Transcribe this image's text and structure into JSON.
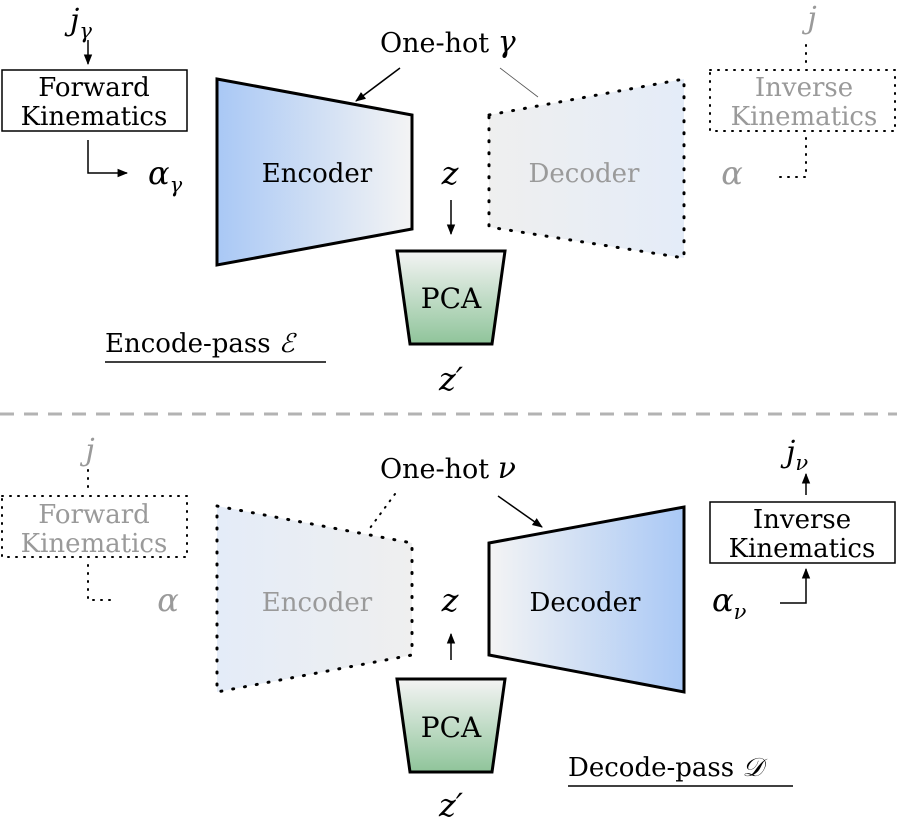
{
  "encode_pass": {
    "input_joint": "j",
    "input_joint_sub": "γ",
    "fk_box": {
      "line1": "Forward",
      "line2": "Kinematics"
    },
    "alpha": "α",
    "alpha_sub": "γ",
    "encoder_label": "Encoder",
    "onehot": {
      "text": "One-hot ",
      "symbol": "γ"
    },
    "z": "z",
    "pca_label": "PCA",
    "z_prime": "z′",
    "decoder_label": "Decoder",
    "ik_box": {
      "line1": "Inverse",
      "line2": "Kinematics"
    },
    "alpha_ghost": "α",
    "j_ghost": "j",
    "pass_label": {
      "text": "Encode-pass ",
      "symbol": "ℰ"
    }
  },
  "decode_pass": {
    "j_ghost": "j",
    "fk_box": {
      "line1": "Forward",
      "line2": "Kinematics"
    },
    "alpha_ghost": "α",
    "encoder_label": "Encoder",
    "onehot": {
      "text": "One-hot ",
      "symbol": "ν"
    },
    "z": "z",
    "pca_label": "PCA",
    "z_prime": "z′",
    "decoder_label": "Decoder",
    "ik_box": {
      "line1": "Inverse",
      "line2": "Kinematics"
    },
    "alpha": "α",
    "alpha_sub": "ν",
    "output_joint": "j",
    "output_joint_sub": "ν",
    "pass_label": {
      "text": "Decode-pass ",
      "symbol": "𝒟"
    }
  },
  "colors": {
    "blue": "#a9c8f5",
    "green": "#8fc49a",
    "ghost_text": "#9a9a9a",
    "separator": "#b3b3b3"
  }
}
